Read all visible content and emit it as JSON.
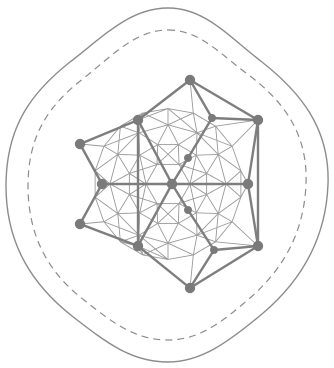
{
  "diagram": {
    "kind": "geometric-lattice",
    "outline_styles": [
      "solid",
      "dashed"
    ],
    "colors": {
      "background": "#ffffff",
      "outline": "#8c8c8c",
      "strong_edge": "#7e7e7e",
      "inner_web": "#9a9a9a",
      "node": "#7a7a7a"
    }
  }
}
